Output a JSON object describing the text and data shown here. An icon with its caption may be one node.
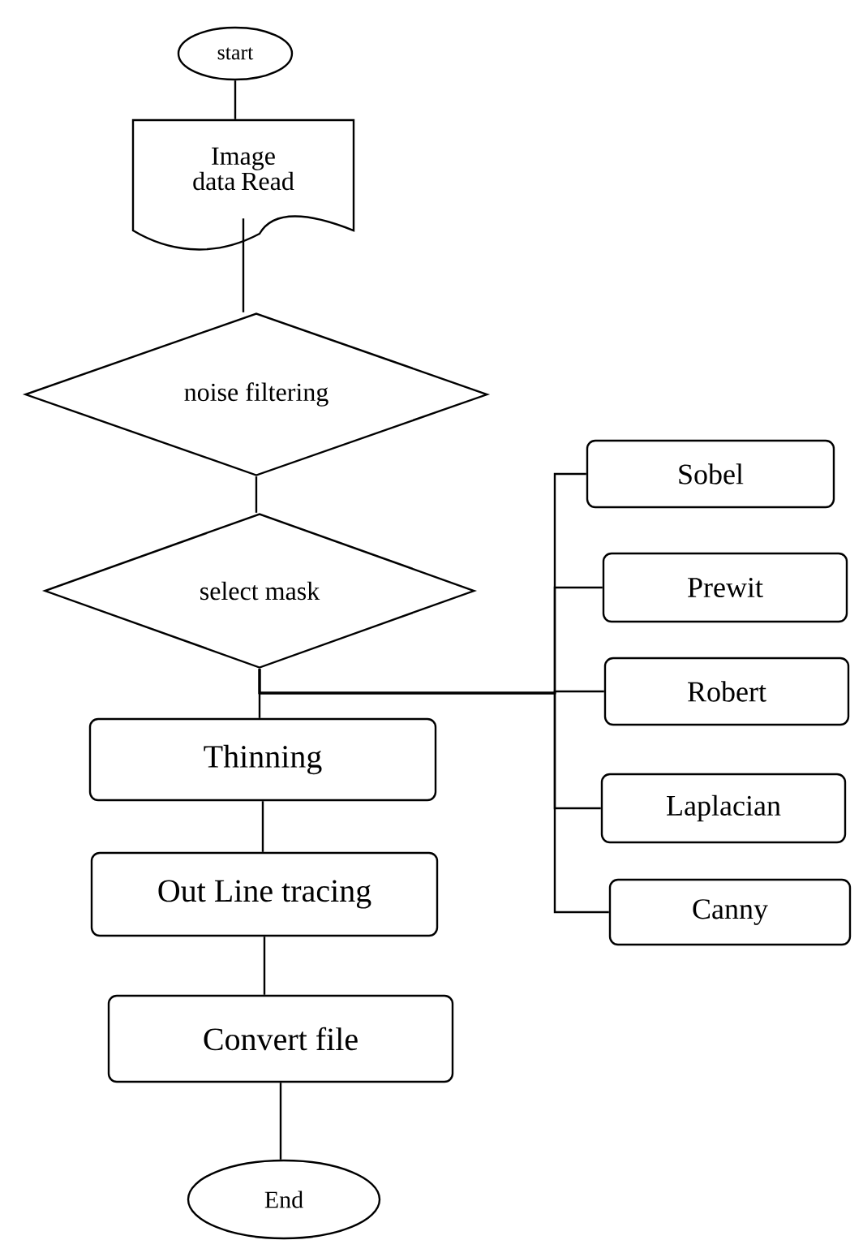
{
  "diagram": {
    "nodes": [
      {
        "text": [
          "start"
        ]
      },
      {
        "text": [
          "Image data Read"
        ]
      },
      {
        "text": [
          "noise filtering"
        ]
      },
      {
        "text": [
          "select mask"
        ]
      },
      {
        "text": [
          "Thinning"
        ]
      },
      {
        "text": [
          "Out Line tracing"
        ]
      },
      {
        "text": [
          "Convert file"
        ]
      },
      {
        "text": [
          "End"
        ]
      },
      {
        "text": [
          "Sobel"
        ]
      },
      {
        "text": [
          "Prewit"
        ]
      },
      {
        "text": [
          "Robert"
        ]
      },
      {
        "text": [
          "Laplacian"
        ]
      },
      {
        "text": [
          "Canny"
        ]
      }
    ],
    "edges": [
      {
        "from": 0,
        "to": 1,
        "arrow": "none"
      },
      {
        "from": 1,
        "to": 2,
        "arrow": "none"
      },
      {
        "from": 2,
        "to": 3,
        "arrow": "none"
      },
      {
        "from": 3,
        "to": 4,
        "arrow": "none"
      },
      {
        "from": 4,
        "to": 5,
        "arrow": "none"
      },
      {
        "from": 5,
        "to": 6,
        "arrow": "none"
      },
      {
        "from": 6,
        "to": 7,
        "arrow": "none"
      },
      {
        "from": 3,
        "to": 8,
        "arrow": "none"
      },
      {
        "from": 3,
        "to": 9,
        "arrow": "none"
      },
      {
        "from": 3,
        "to": 10,
        "arrow": "none"
      },
      {
        "from": 3,
        "to": 11,
        "arrow": "none"
      },
      {
        "from": 3,
        "to": 12,
        "arrow": "none"
      }
    ]
  }
}
